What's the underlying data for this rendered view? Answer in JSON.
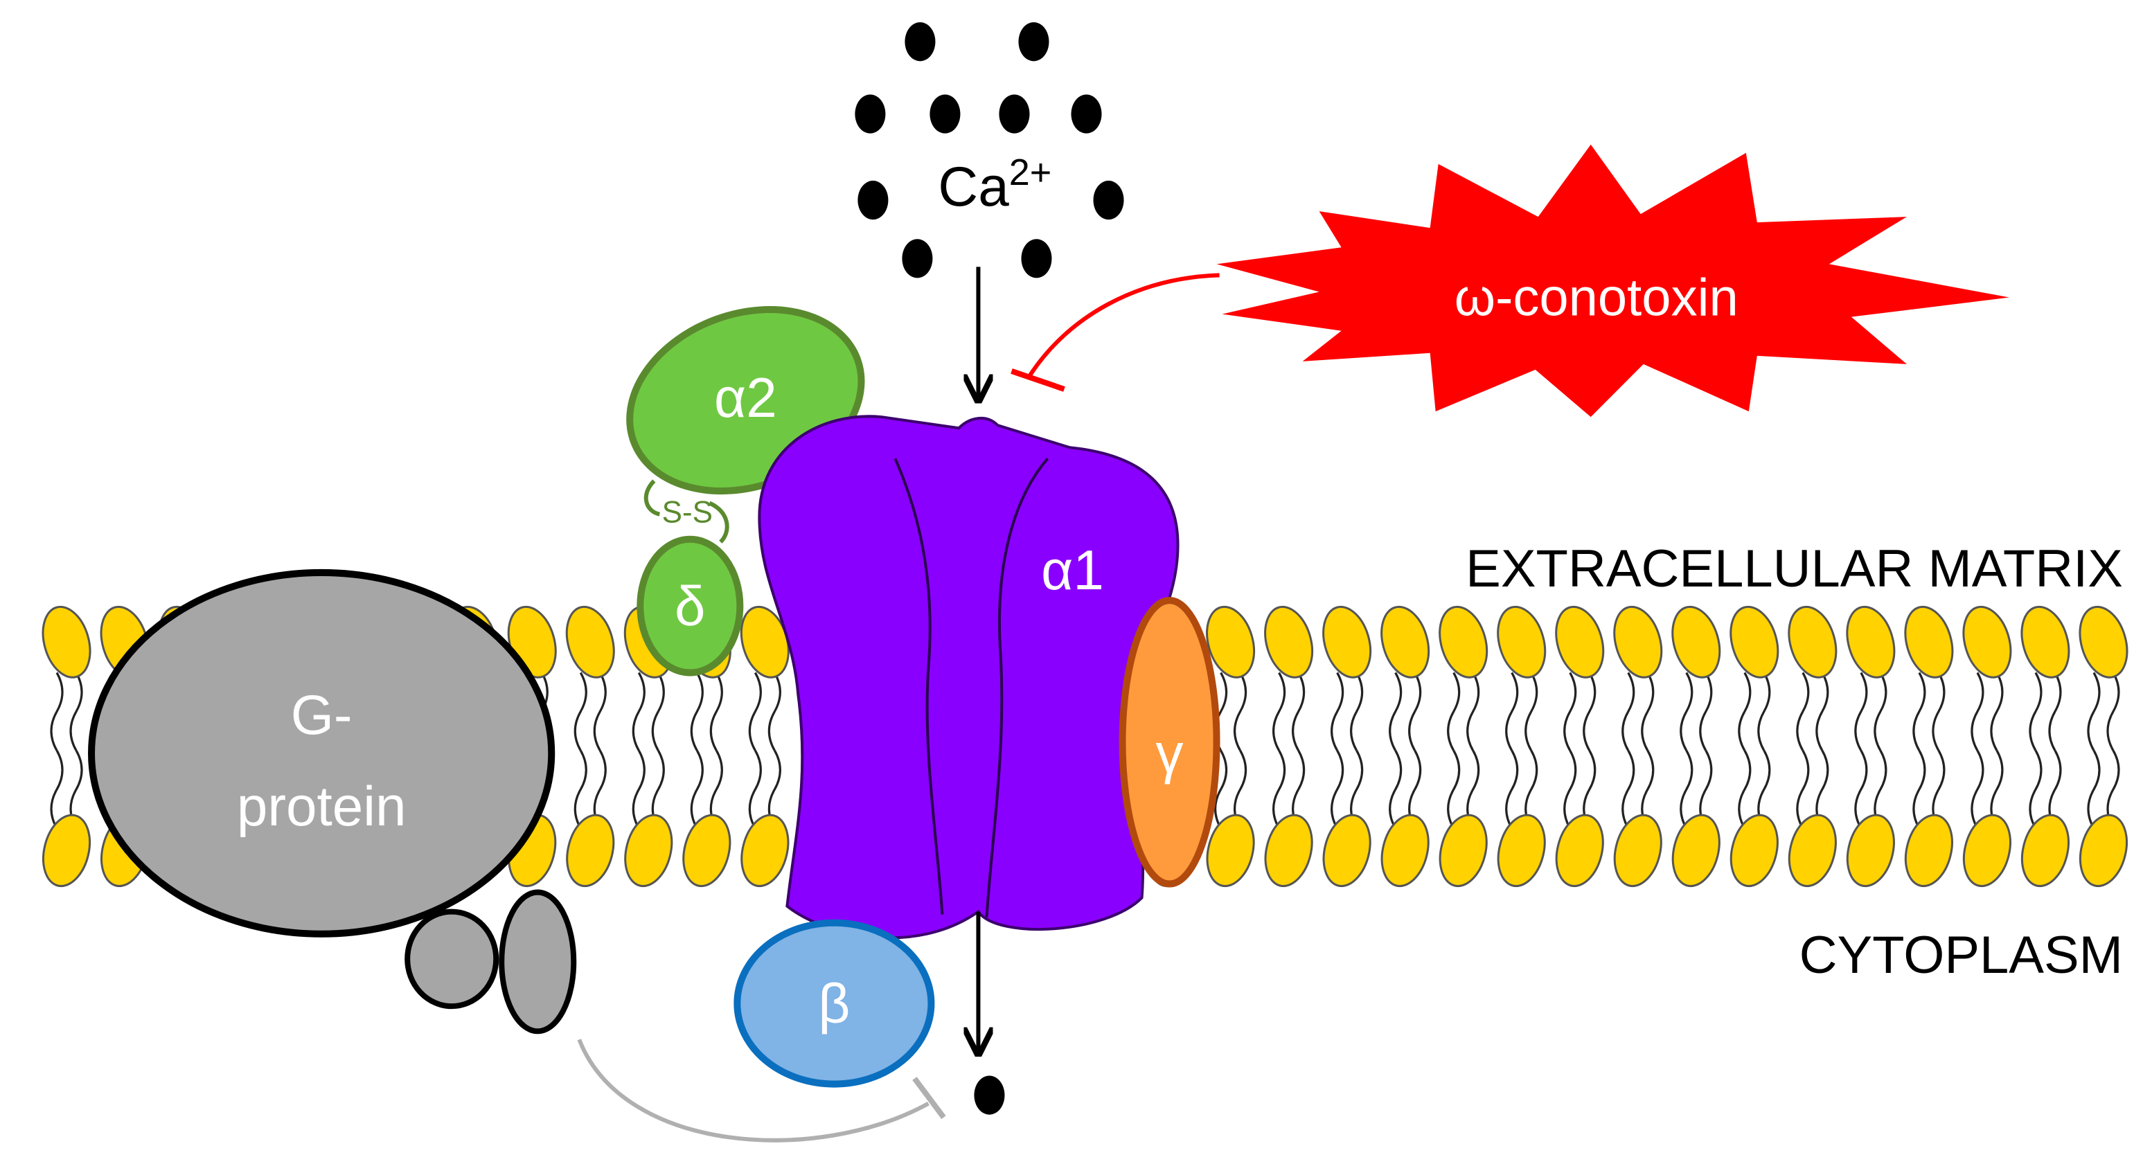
{
  "labels": {
    "calcium_base": "Ca",
    "calcium_charge": "2+",
    "toxin": "ω-conotoxin",
    "extracellular": "EXTRACELLULAR MATRIX",
    "cytoplasm": "CYTOPLASM",
    "g_protein_line1": "G-",
    "g_protein_line2": "protein",
    "alpha2": "α2",
    "delta": "δ",
    "disulfide": "S-S",
    "alpha1": "α1",
    "gamma": "γ",
    "beta": "β"
  },
  "colors": {
    "lipid_head": "#ffd200",
    "alpha2_delta": "#6fc842",
    "alpha1": "#8a00ff",
    "gamma": "#ff9b3d",
    "beta": "#80b3e6",
    "g_protein": "#a6a6a6",
    "toxin": "#ff0000",
    "inhibition_gray": "#b0b0b0"
  }
}
